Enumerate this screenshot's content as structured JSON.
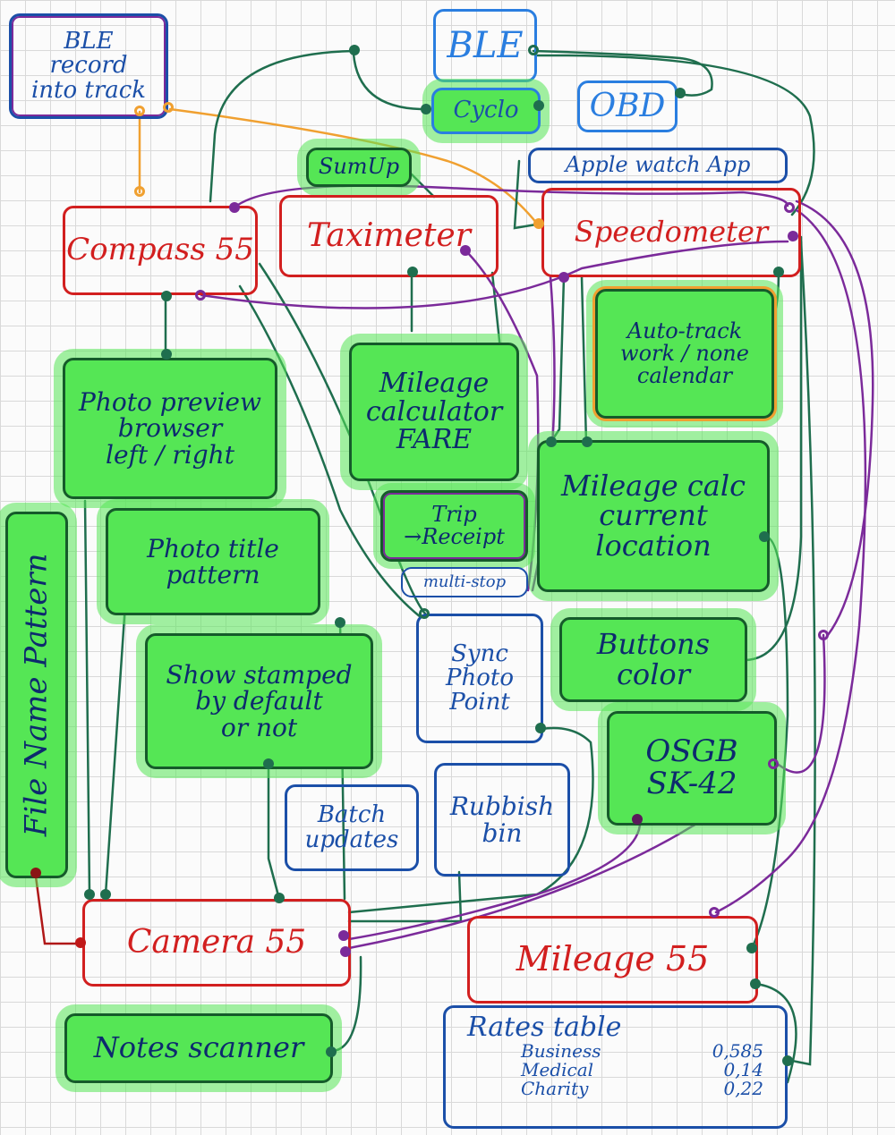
{
  "nodes": {
    "ble_record": "BLE\nrecord\ninto track",
    "ble": "BLE",
    "cyclo": "Cyclo",
    "obd": "OBD",
    "sumup": "SumUp",
    "apple_watch": "Apple watch App",
    "compass": "Compass 55",
    "taximeter": "Taximeter",
    "speedometer": "Speedometer",
    "autotrack": "Auto-track\nwork / none\ncalendar",
    "photo_preview": "Photo preview\nbrowser\nleft / right",
    "mileage_fare": "Mileage\ncalculator\nFARE",
    "trip_receipt": "Trip\n→Receipt",
    "multistop": "multi-stop",
    "mileage_current": "Mileage calc\ncurrent\nlocation",
    "photo_title": "Photo title\npattern",
    "file_name_pattern": "File Name Pattern",
    "sync_photo": "Sync\nPhoto\nPoint",
    "buttons_color": "Buttons\ncolor",
    "show_stamped": "Show stamped\nby default\nor not",
    "osgb": "OSGB\nSK-42",
    "batch": "Batch\nupdates",
    "rubbish": "Rubbish\nbin",
    "camera": "Camera 55",
    "mileage55": "Mileage 55",
    "notes_scanner": "Notes scanner"
  },
  "rates_table": {
    "title": "Rates table",
    "rows": [
      {
        "label": "Business",
        "value": "0,585"
      },
      {
        "label": "Medical",
        "value": "0,14"
      },
      {
        "label": "Charity",
        "value": "0,22"
      }
    ]
  },
  "colors": {
    "highlight": "#55e655",
    "app_red": "#d21f1f",
    "blue": "#1b4fa8",
    "wire_green": "#1f6e4e",
    "wire_purple": "#7b2a9a",
    "wire_orange": "#f0a030"
  }
}
